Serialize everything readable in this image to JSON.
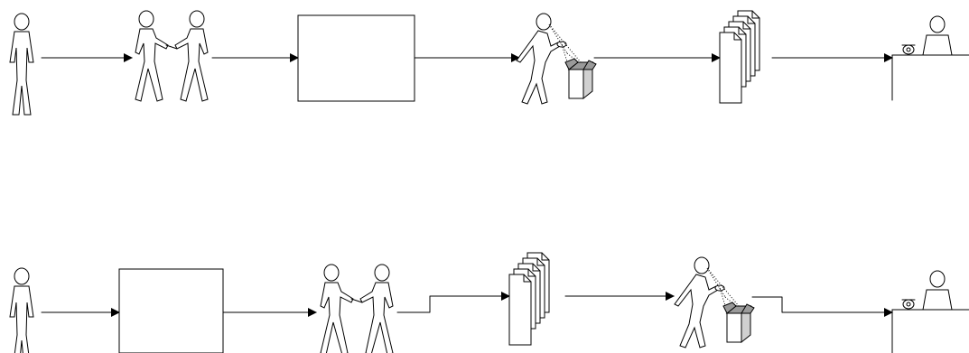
{
  "diagram": {
    "colors": {
      "line": "#000000",
      "background": "#ffffff",
      "box_side": "#d0d0d0",
      "box_top": "#9a9a9a"
    },
    "rows": [
      {
        "name": "top-flow",
        "steps": [
          "person",
          "handshake",
          "process-box",
          "person-throwing-trash",
          "document-stack",
          "receptionist-desk"
        ]
      },
      {
        "name": "bottom-flow",
        "steps": [
          "person",
          "process-box",
          "handshake",
          "document-stack",
          "person-throwing-trash",
          "receptionist-desk"
        ]
      }
    ]
  }
}
